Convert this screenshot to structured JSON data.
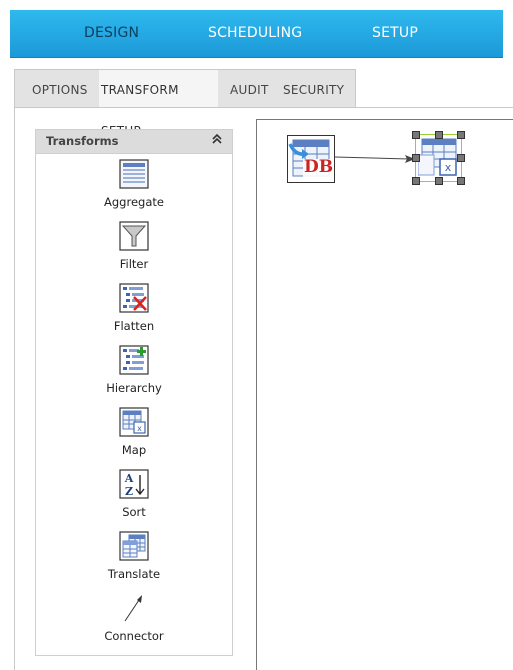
{
  "topnav": {
    "design": "DESIGN",
    "scheduling": "SCHEDULING",
    "setup": "SETUP"
  },
  "tabs": {
    "options": "OPTIONS",
    "transform_setup": "TRANSFORM SETUP",
    "audit": "AUDIT",
    "security": "SECURITY"
  },
  "panel": {
    "title": "Transforms",
    "collapse_glyph": "⌃"
  },
  "tools": [
    {
      "label": "Aggregate",
      "icon": "aggregate-icon"
    },
    {
      "label": "Filter",
      "icon": "funnel-icon"
    },
    {
      "label": "Flatten",
      "icon": "flatten-icon"
    },
    {
      "label": "Hierarchy",
      "icon": "hierarchy-icon"
    },
    {
      "label": "Map",
      "icon": "map-icon"
    },
    {
      "label": "Sort",
      "icon": "sort-az-icon"
    },
    {
      "label": "Translate",
      "icon": "translate-icon"
    },
    {
      "label": "Connector",
      "icon": "connector-arrow-icon"
    }
  ],
  "canvas": {
    "db_node_text": "DB"
  },
  "colors": {
    "nav_gradient_top": "#2fb9ee",
    "nav_gradient_bottom": "#1c99d8",
    "nav_active_text": "#0d3f5e",
    "selection_outline": "#9acd32",
    "db_red": "#cc2222"
  }
}
